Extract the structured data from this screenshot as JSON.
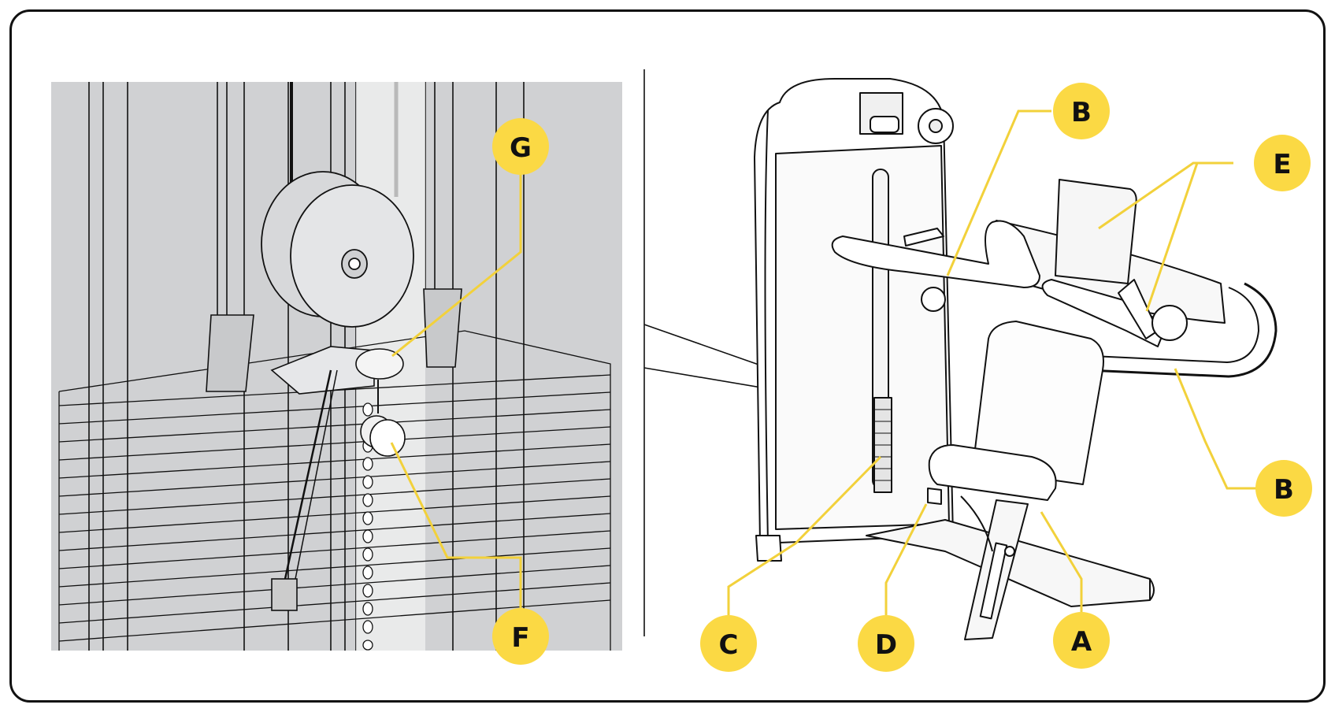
{
  "labels": {
    "A": "A",
    "B_top": "B",
    "B_bottom": "B",
    "C": "C",
    "D": "D",
    "E": "E",
    "F": "F",
    "G": "G"
  },
  "colors": {
    "callout_fill": "#FBD944",
    "leader_line": "#F2D13B",
    "detail_background": "#D0D1D3",
    "outline": "#111111"
  }
}
